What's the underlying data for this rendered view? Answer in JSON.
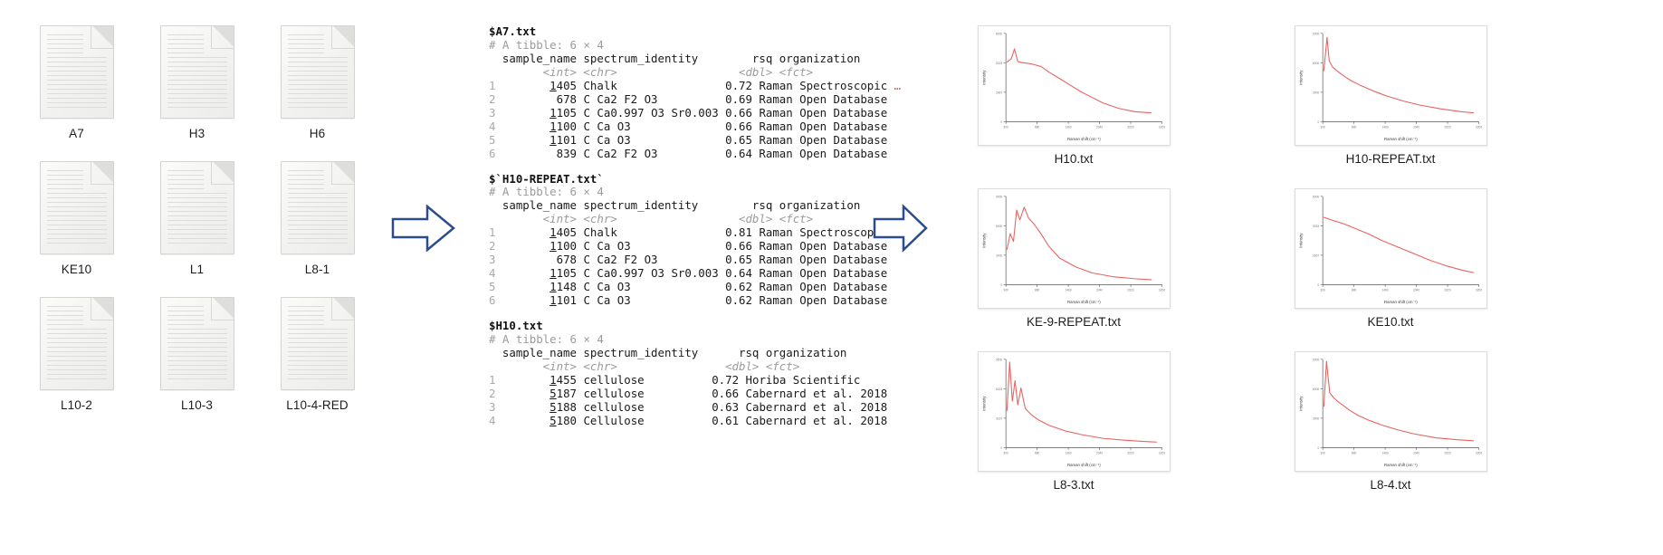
{
  "files": {
    "icon": "document-icon",
    "items": [
      {
        "label": "A7"
      },
      {
        "label": "H3"
      },
      {
        "label": "H6"
      },
      {
        "label": "KE10"
      },
      {
        "label": "L1"
      },
      {
        "label": "L8-1"
      },
      {
        "label": "L10-2"
      },
      {
        "label": "L10-3"
      },
      {
        "label": "L10-4-RED"
      }
    ]
  },
  "arrows": [
    {
      "name": "arrow-right-1",
      "glyph": "right-arrow-icon",
      "color": "#2b4d8e"
    },
    {
      "name": "arrow-right-2",
      "glyph": "right-arrow-icon",
      "color": "#2b4d8e"
    }
  ],
  "console": {
    "columns": [
      "sample_name",
      "spectrum_identity",
      "rsq",
      "organization"
    ],
    "types": [
      "<int>",
      "<chr>",
      "<dbl>",
      "<fct>"
    ],
    "blocks": [
      {
        "name": "$A7.txt",
        "tibble": "# A tibble: 6 × 4",
        "header": "  sample_name spectrum_identity        rsq organization",
        "types": "        <int> <chr>                  <dbl> <fct>",
        "truncated": true,
        "rows": [
          {
            "i": "1",
            "sample_name": "1405",
            "identity": "Chalk",
            "rsq": "0.72",
            "organization": "Raman Spectroscopic"
          },
          {
            "i": "2",
            "sample_name": "678",
            "identity": "C Ca2 F2 O3",
            "rsq": "0.69",
            "organization": "Raman Open Database"
          },
          {
            "i": "3",
            "sample_name": "1105",
            "identity": "C Ca0.997 O3 Sr0.003",
            "rsq": "0.66",
            "organization": "Raman Open Database"
          },
          {
            "i": "4",
            "sample_name": "1100",
            "identity": "C Ca O3",
            "rsq": "0.66",
            "organization": "Raman Open Database"
          },
          {
            "i": "5",
            "sample_name": "1101",
            "identity": "C Ca O3",
            "rsq": "0.65",
            "organization": "Raman Open Database"
          },
          {
            "i": "6",
            "sample_name": "839",
            "identity": "C Ca2 F2 O3",
            "rsq": "0.64",
            "organization": "Raman Open Database"
          }
        ]
      },
      {
        "name": "$`H10-REPEAT.txt`",
        "tibble": "# A tibble: 6 × 4",
        "header": "  sample_name spectrum_identity        rsq organization",
        "types": "        <int> <chr>                  <dbl> <fct>",
        "truncated": true,
        "rows": [
          {
            "i": "1",
            "sample_name": "1405",
            "identity": "Chalk",
            "rsq": "0.81",
            "organization": "Raman Spectroscopic"
          },
          {
            "i": "2",
            "sample_name": "1100",
            "identity": "C Ca O3",
            "rsq": "0.66",
            "organization": "Raman Open Database"
          },
          {
            "i": "3",
            "sample_name": "678",
            "identity": "C Ca2 F2 O3",
            "rsq": "0.65",
            "organization": "Raman Open Database"
          },
          {
            "i": "4",
            "sample_name": "1105",
            "identity": "C Ca0.997 O3 Sr0.003",
            "rsq": "0.64",
            "organization": "Raman Open Database"
          },
          {
            "i": "5",
            "sample_name": "1148",
            "identity": "C Ca O3",
            "rsq": "0.62",
            "organization": "Raman Open Database"
          },
          {
            "i": "6",
            "sample_name": "1101",
            "identity": "C Ca O3",
            "rsq": "0.62",
            "organization": "Raman Open Database"
          }
        ]
      },
      {
        "name": "$H10.txt",
        "tibble": "# A tibble: 6 × 4",
        "header": "  sample_name spectrum_identity      rsq organization",
        "types": "        <int> <chr>                <dbl> <fct>",
        "truncated": false,
        "rows": [
          {
            "i": "1",
            "sample_name": "1455",
            "identity": "cellulose",
            "rsq": "0.72",
            "organization": "Horiba Scientific"
          },
          {
            "i": "2",
            "sample_name": "5187",
            "identity": "cellulose",
            "rsq": "0.66",
            "organization": "Cabernard et al. 2018"
          },
          {
            "i": "3",
            "sample_name": "5188",
            "identity": "cellulose",
            "rsq": "0.63",
            "organization": "Cabernard et al. 2018"
          },
          {
            "i": "4",
            "sample_name": "5180",
            "identity": "Cellulose",
            "rsq": "0.61",
            "organization": "Cabernard et al. 2018"
          }
        ]
      }
    ]
  },
  "plots": {
    "axis": {
      "xlabel": "Raman shift (cm⁻¹)",
      "ylabel": "Intensity"
    },
    "line_color": "#e8635f",
    "items": [
      {
        "label": "H10.txt",
        "shape": "decay-with-early-peak"
      },
      {
        "label": "H10-REPEAT.txt",
        "shape": "sharp-peak-then-decay"
      },
      {
        "label": "KE-9-REPEAT.txt",
        "shape": "multi-peak-hump"
      },
      {
        "label": "KE10.txt",
        "shape": "smooth-decay"
      },
      {
        "label": "L8-3.txt",
        "shape": "tall-spike-cluster"
      },
      {
        "label": "L8-4.txt",
        "shape": "spike-then-long-decay"
      }
    ]
  },
  "chart_data": [
    {
      "type": "line",
      "title": "H10.txt",
      "xlabel": "Raman shift (cm⁻¹)",
      "ylabel": "Intensity",
      "xlim": [
        300,
        3200
      ],
      "ylim": [
        0,
        8000
      ],
      "x": [
        320,
        400,
        460,
        520,
        600,
        700,
        800,
        950,
        1100,
        1300,
        1500,
        1700,
        1900,
        2100,
        2400,
        2700,
        3000
      ],
      "y": [
        5400,
        5700,
        6600,
        5450,
        5350,
        5300,
        5200,
        5000,
        4500,
        3900,
        3300,
        2700,
        2200,
        1700,
        1200,
        900,
        800
      ]
    },
    {
      "type": "line",
      "title": "H10-REPEAT.txt",
      "xlabel": "Raman shift (cm⁻¹)",
      "ylabel": "Intensity",
      "xlim": [
        300,
        3200
      ],
      "ylim": [
        0,
        9000
      ],
      "x": [
        320,
        380,
        420,
        480,
        560,
        680,
        820,
        1000,
        1250,
        1500,
        1800,
        2100,
        2500,
        2900,
        3100
      ],
      "y": [
        5200,
        8600,
        6200,
        5600,
        5200,
        4700,
        4200,
        3700,
        3100,
        2600,
        2100,
        1700,
        1300,
        1000,
        900
      ]
    },
    {
      "type": "line",
      "title": "KE-9-REPEAT.txt",
      "xlabel": "Raman shift (cm⁻¹)",
      "ylabel": "Intensity",
      "xlim": [
        300,
        3200
      ],
      "ylim": [
        0,
        9000
      ],
      "x": [
        320,
        380,
        440,
        500,
        560,
        640,
        720,
        820,
        950,
        1100,
        1300,
        1600,
        1900,
        2300,
        2700,
        3000
      ],
      "y": [
        3600,
        5200,
        4400,
        7600,
        6600,
        7900,
        6800,
        6200,
        5200,
        3900,
        2700,
        1800,
        1200,
        800,
        600,
        500
      ]
    },
    {
      "type": "line",
      "title": "KE10.txt",
      "xlabel": "Raman shift (cm⁻¹)",
      "ylabel": "Intensity",
      "xlim": [
        300,
        3200
      ],
      "ylim": [
        0,
        8000
      ],
      "x": [
        320,
        500,
        700,
        900,
        1150,
        1400,
        1700,
        2000,
        2300,
        2600,
        2900,
        3100
      ],
      "y": [
        6100,
        5800,
        5500,
        5100,
        4600,
        4000,
        3400,
        2800,
        2200,
        1700,
        1300,
        1100
      ]
    },
    {
      "type": "line",
      "title": "L8-3.txt",
      "xlabel": "Raman shift (cm⁻¹)",
      "ylabel": "Intensity",
      "xlim": [
        300,
        3200
      ],
      "ylim": [
        0,
        9500
      ],
      "x": [
        320,
        370,
        420,
        470,
        520,
        580,
        660,
        760,
        900,
        1100,
        1400,
        1700,
        2100,
        2500,
        2900,
        3100
      ],
      "y": [
        4000,
        9200,
        5000,
        7200,
        4600,
        6400,
        4200,
        3600,
        3000,
        2400,
        1800,
        1400,
        1000,
        800,
        650,
        600
      ]
    },
    {
      "type": "line",
      "title": "L8-4.txt",
      "xlabel": "Raman shift (cm⁻¹)",
      "ylabel": "Intensity",
      "xlim": [
        300,
        3200
      ],
      "ylim": [
        0,
        9000
      ],
      "x": [
        320,
        370,
        430,
        500,
        580,
        680,
        800,
        950,
        1150,
        1400,
        1700,
        2000,
        2400,
        2800,
        3100
      ],
      "y": [
        4200,
        8800,
        5600,
        5100,
        4700,
        4300,
        3800,
        3300,
        2800,
        2300,
        1800,
        1400,
        1000,
        800,
        700
      ]
    }
  ]
}
